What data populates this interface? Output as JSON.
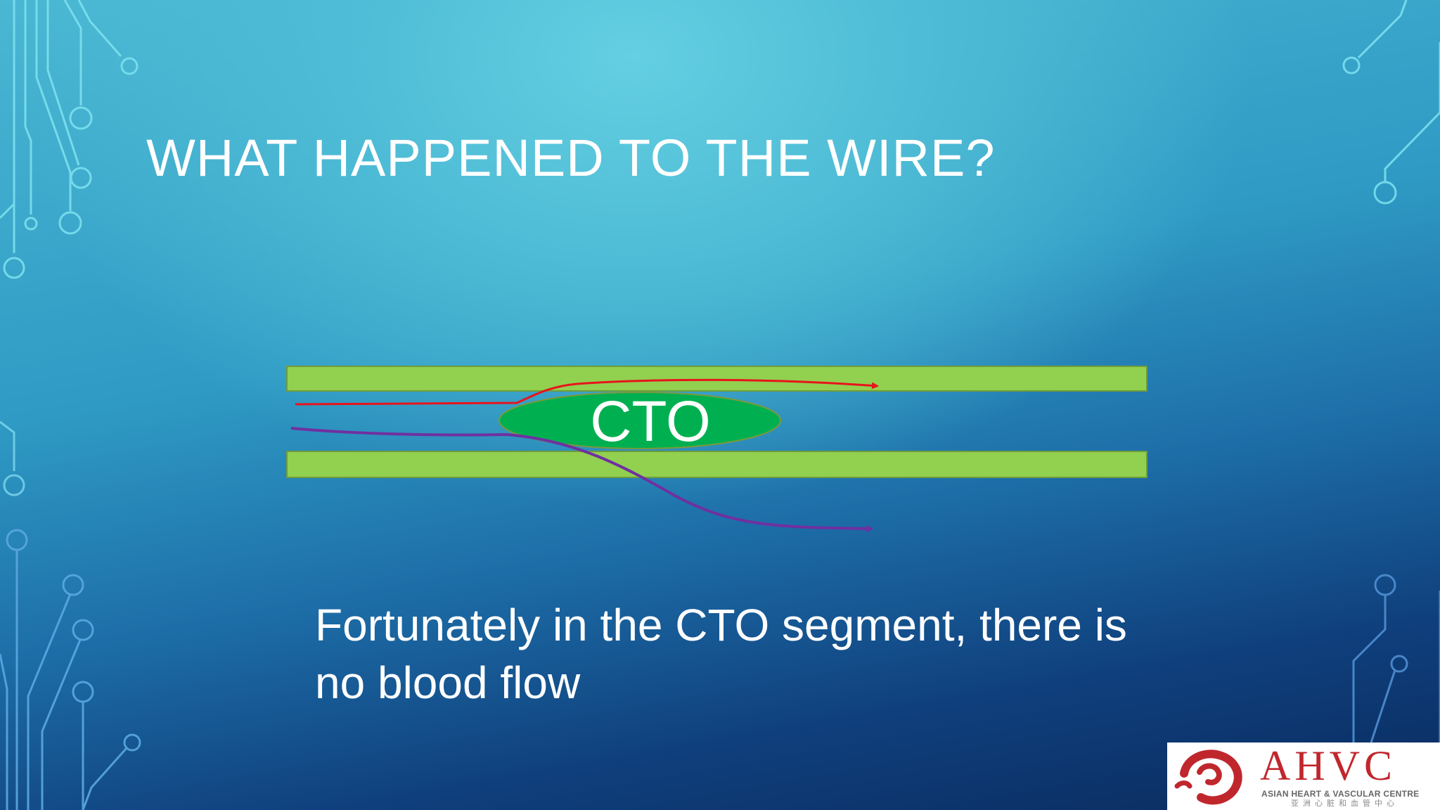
{
  "slide": {
    "title": "WHAT HAPPENED TO THE WIRE?",
    "caption": "Fortunately in the CTO segment, there is no blood flow",
    "background_colors": [
      "#64cfe2",
      "#2f9ac4",
      "#0a2b5e"
    ]
  },
  "diagram": {
    "occlusion_label": "CTO",
    "vessel_wall_color": "#92d050",
    "occlusion_color": "#00b050",
    "wire_colors": {
      "upper": "#e8141c",
      "lower": "#7030a0"
    }
  },
  "logo": {
    "letters": "AHVC",
    "subtitle": "ASIAN HEART & VASCULAR CENTRE",
    "chinese": "亚洲心脏和血管中心",
    "color": "#c0272d"
  }
}
